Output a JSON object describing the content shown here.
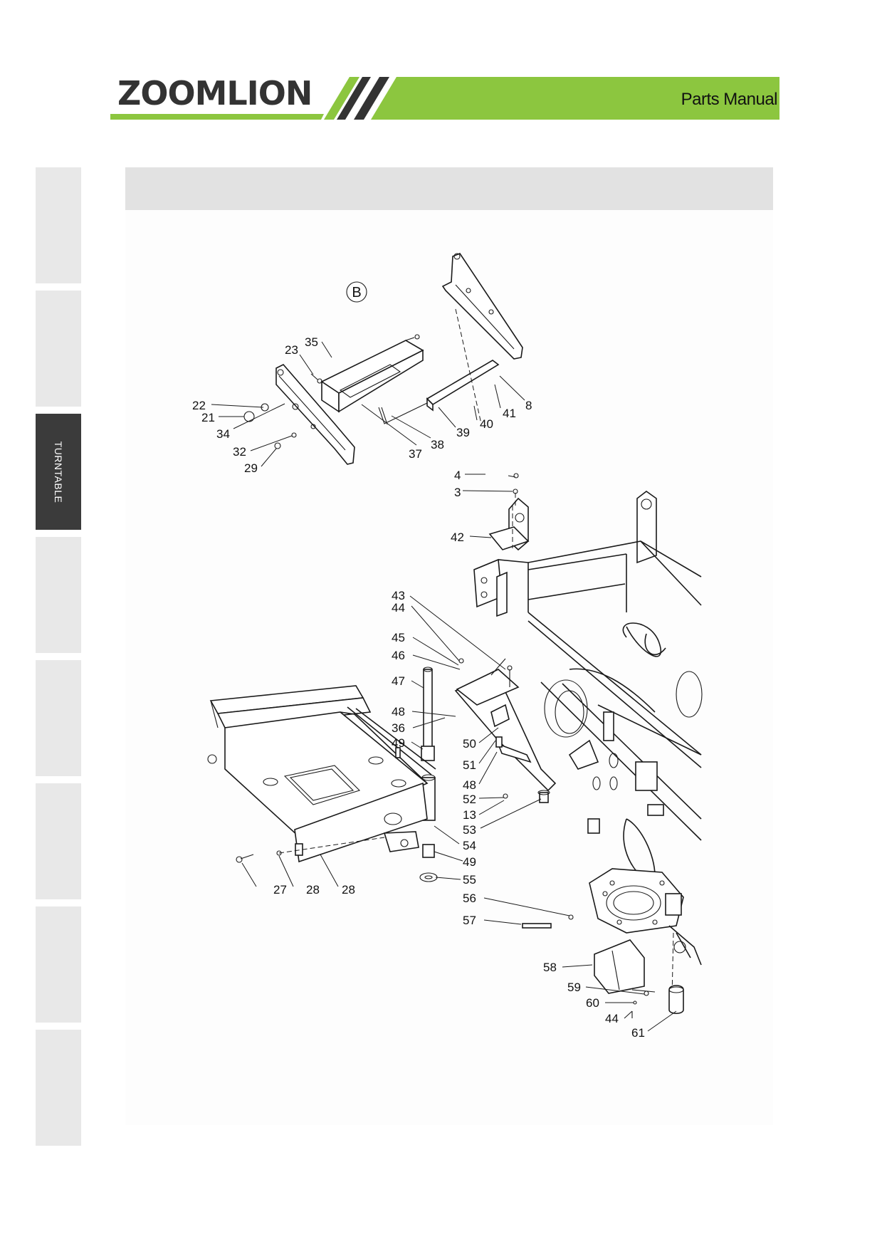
{
  "header": {
    "brand": "ZOOMLION",
    "title": "Parts Manual",
    "accent_color": "#8cc63f",
    "stripe_color": "#333333"
  },
  "side_tabs": [
    {
      "label": "",
      "active": false
    },
    {
      "label": "",
      "active": false
    },
    {
      "label": "TURNTABLE",
      "active": true
    },
    {
      "label": "",
      "active": false
    },
    {
      "label": "",
      "active": false
    },
    {
      "label": "",
      "active": false
    },
    {
      "label": "",
      "active": false
    },
    {
      "label": "",
      "active": false
    }
  ],
  "section": {
    "title": ""
  },
  "figure": {
    "detail_label": "B",
    "callouts": [
      "22",
      "21",
      "34",
      "32",
      "29",
      "23",
      "35",
      "37",
      "38",
      "39",
      "40",
      "41",
      "8",
      "4",
      "3",
      "42",
      "43",
      "44",
      "45",
      "46",
      "47",
      "48",
      "36",
      "49",
      "50",
      "51",
      "48",
      "52",
      "13",
      "53",
      "54",
      "49",
      "55",
      "56",
      "57",
      "27",
      "28",
      "28",
      "58",
      "59",
      "60",
      "44",
      "61"
    ]
  }
}
